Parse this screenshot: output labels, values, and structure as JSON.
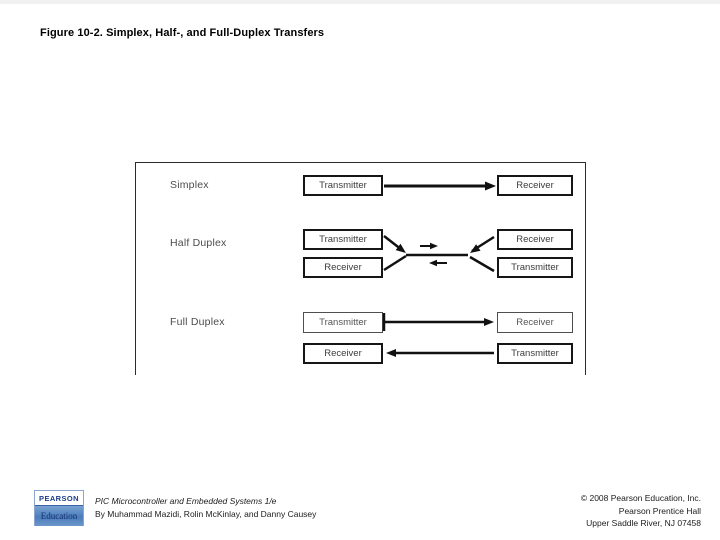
{
  "slide": {
    "title": "Figure 10-2. Simplex, Half-, and Full-Duplex Transfers"
  },
  "diagram": {
    "rows": [
      {
        "label": "Simplex"
      },
      {
        "label": "Half Duplex"
      },
      {
        "label": "Full Duplex"
      }
    ],
    "boxes": {
      "simplex_tx": "Transmitter",
      "simplex_rx": "Receiver",
      "half_tx_left": "Transmitter",
      "half_rx_left": "Receiver",
      "half_rx_right": "Receiver",
      "half_tx_right": "Transmitter",
      "full_tx_top": "Transmitter",
      "full_rx_top": "Receiver",
      "full_rx_bottom": "Receiver",
      "full_tx_bottom": "Transmitter"
    }
  },
  "footer": {
    "logo": {
      "brand": "PEARSON",
      "sub": "Education",
      "brand_color": "#1c3f8d",
      "band_color": "#4c7cba"
    },
    "book_title": "PIC Microcontroller and Embedded Systems 1/e",
    "authors": "By Muhammad Mazidi, Rolin McKinlay, and Danny Causey",
    "copyright_lines": [
      "© 2008 Pearson Education, Inc.",
      "Pearson Prentice Hall",
      "Upper Saddle River, NJ 07458"
    ]
  }
}
